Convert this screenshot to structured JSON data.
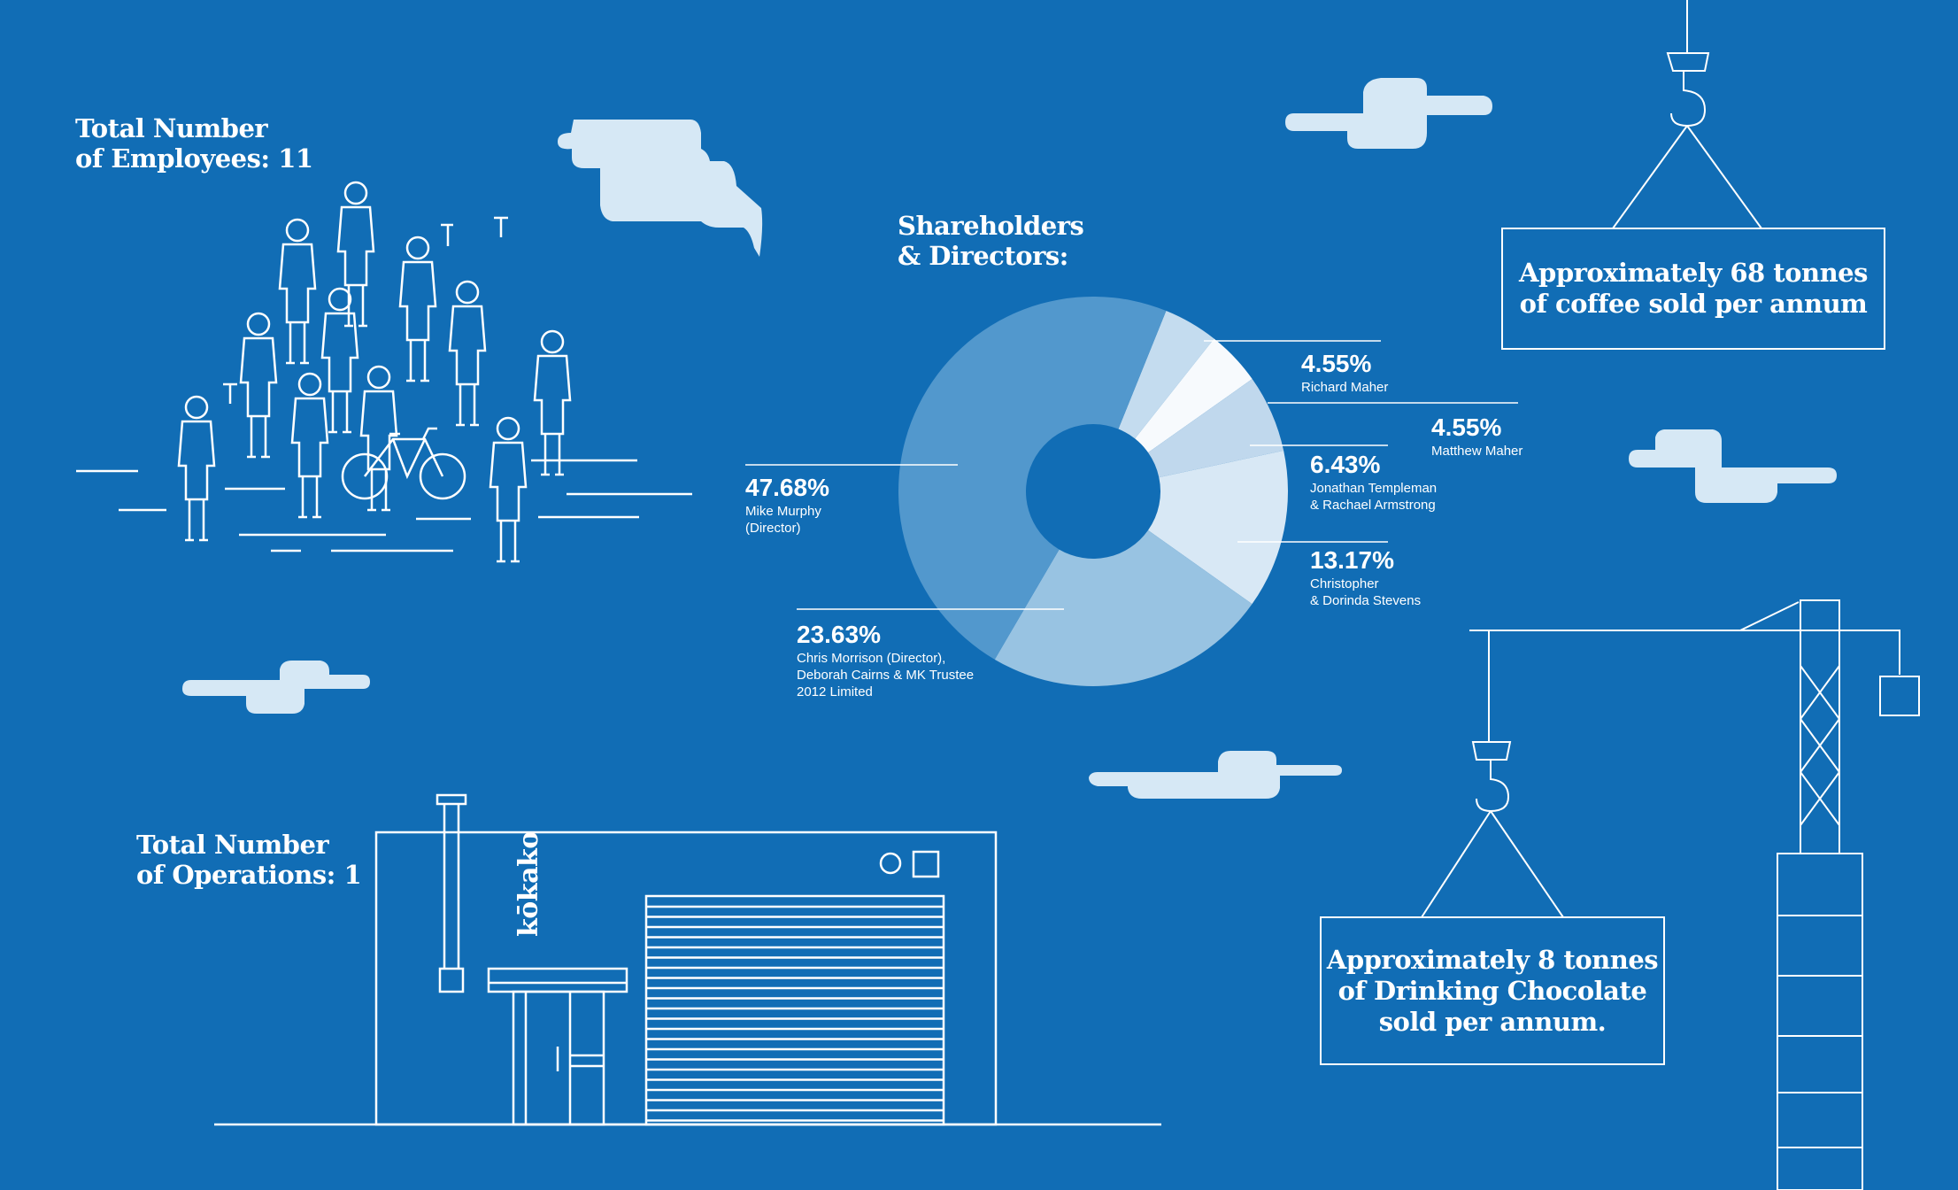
{
  "employees": {
    "line1": "Total Number",
    "line2": "of Employees: 11"
  },
  "operations": {
    "line1": "Total Number",
    "line2": "of Operations: 1"
  },
  "shareholders_heading": {
    "line1": "Shareholders",
    "line2": "& Directors:"
  },
  "coffee": {
    "line1": "Approximately 68 tonnes",
    "line2": "of coffee sold per annum"
  },
  "chocolate": {
    "line1": "Approximately 8 tonnes",
    "line2": "of Drinking Chocolate",
    "line3": "sold per annum."
  },
  "building": {
    "brand": "kōkako",
    "badge_1_icon": "organic-certification-icon",
    "badge_2_icon": "fairtrade-icon"
  },
  "colors": {
    "background": "#116db5",
    "line": "#ffffff",
    "cloud": "#d6e8f5"
  },
  "chart_data": {
    "type": "pie",
    "donut": true,
    "series": [
      {
        "label": "4.55%",
        "value": 4.55,
        "name_lines": [
          "Richard Maher"
        ],
        "color": "#c4dcef"
      },
      {
        "label": "4.55%",
        "value": 4.55,
        "name_lines": [
          "Matthew Maher"
        ],
        "color": "#f7fafd"
      },
      {
        "label": "6.43%",
        "value": 6.43,
        "name_lines": [
          "Jonathan Templeman",
          "& Rachael Armstrong"
        ],
        "color": "#c0d8ed"
      },
      {
        "label": "13.17%",
        "value": 13.17,
        "name_lines": [
          "Christopher",
          "& Dorinda Stevens"
        ],
        "color": "#d8e8f5"
      },
      {
        "label": "23.63%",
        "value": 23.63,
        "name_lines": [
          "Chris Morrison (Director),",
          "Deborah Cairns & MK Trustee",
          "2012 Limited"
        ],
        "color": "#98c3e2"
      },
      {
        "label": "47.68%",
        "value": 47.68,
        "name_lines": [
          "Mike Murphy",
          "(Director)"
        ],
        "color": "#5298cd"
      }
    ]
  }
}
